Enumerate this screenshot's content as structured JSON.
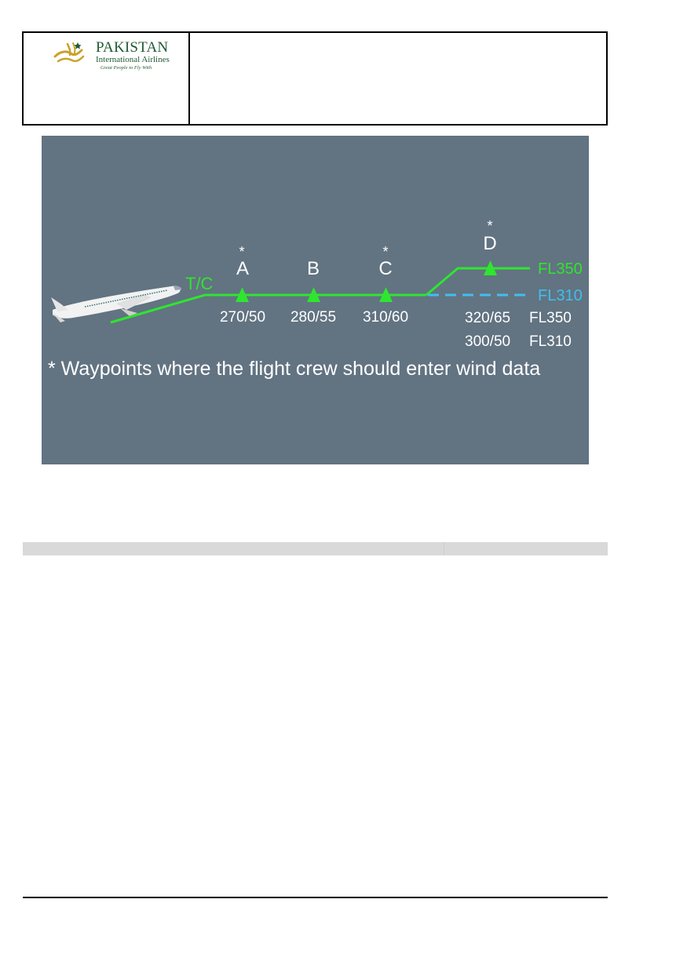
{
  "header": {
    "logo": {
      "name": "PAKISTAN",
      "subtitle": "International Airlines",
      "tagline": "Great People to Fly With",
      "color": "#1f5a32",
      "mark_color": "#c9a227"
    }
  },
  "figure": {
    "background": "#627382",
    "green": "#2ee62e",
    "blue": "#3fbfef",
    "top_of_climb_label": "T/C",
    "waypoints": [
      {
        "name": "A",
        "wind": "270/50",
        "marked": true
      },
      {
        "name": "B",
        "wind": "280/55",
        "marked": false
      },
      {
        "name": "C",
        "wind": "310/60",
        "marked": true
      },
      {
        "name": "D",
        "marked": true,
        "winds": [
          {
            "wind": "320/65",
            "level": "FL350"
          },
          {
            "wind": "300/50",
            "level": "FL310"
          }
        ]
      }
    ],
    "asterisk": "*",
    "levels": {
      "upper": "FL350",
      "lower": "FL310"
    },
    "note": "* Waypoints where the flight crew should enter wind data"
  }
}
